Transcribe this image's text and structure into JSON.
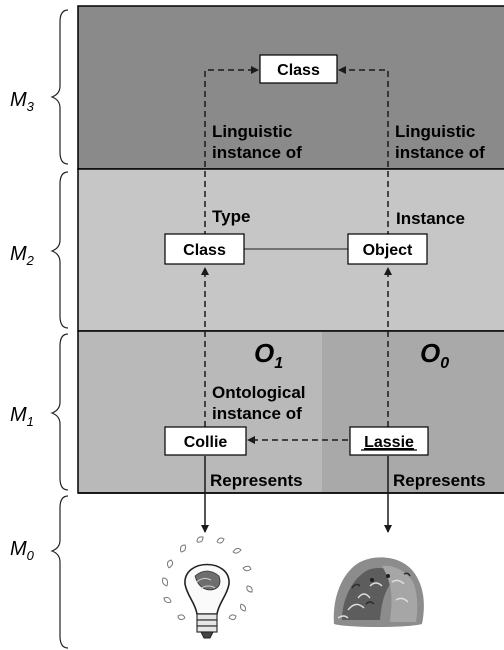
{
  "colors": {
    "m3_band": "#8a8a8a",
    "m2_band": "#c6c6c6",
    "m1_band": "#b9b9b9",
    "m1_band_right": "#a9a9a9",
    "border": "#000000",
    "box_fill": "#ffffff",
    "arrow": "#1a1a1a",
    "connector": "#555555"
  },
  "levels": [
    {
      "id": "m3",
      "base": "M",
      "sub": "3"
    },
    {
      "id": "m2",
      "base": "M",
      "sub": "2"
    },
    {
      "id": "m1",
      "base": "M",
      "sub": "1"
    },
    {
      "id": "m0",
      "base": "M",
      "sub": "0"
    }
  ],
  "boxes": {
    "class_m3": "Class",
    "class_m2": "Class",
    "object_m2": "Object",
    "collie": "Collie",
    "lassie": "Lassie"
  },
  "ontology_labels": {
    "o1": {
      "base": "O",
      "sub": "1"
    },
    "o0": {
      "base": "O",
      "sub": "0"
    }
  },
  "edge_labels": {
    "linguistic_left": [
      "Linguistic",
      "instance of"
    ],
    "linguistic_right": [
      "Linguistic",
      "instance of"
    ],
    "type": "Type",
    "instance": "Instance",
    "ontological": [
      "Ontological",
      "instance of"
    ],
    "represents_left": "Represents",
    "represents_right": "Represents"
  },
  "icons": {
    "lightbulb": "lightbulb-icon",
    "dog_photo": "dog-photo"
  }
}
